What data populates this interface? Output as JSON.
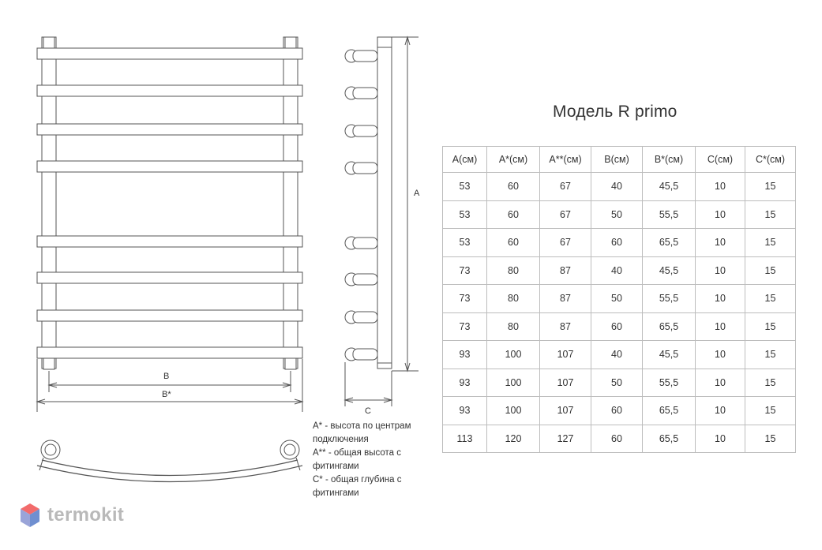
{
  "title": "Модель R primo",
  "table": {
    "headers": [
      "A(см)",
      "A*(см)",
      "A**(см)",
      "B(см)",
      "B*(см)",
      "C(см)",
      "C*(см)"
    ],
    "rows": [
      [
        "53",
        "60",
        "67",
        "40",
        "45,5",
        "10",
        "15"
      ],
      [
        "53",
        "60",
        "67",
        "50",
        "55,5",
        "10",
        "15"
      ],
      [
        "53",
        "60",
        "67",
        "60",
        "65,5",
        "10",
        "15"
      ],
      [
        "73",
        "80",
        "87",
        "40",
        "45,5",
        "10",
        "15"
      ],
      [
        "73",
        "80",
        "87",
        "50",
        "55,5",
        "10",
        "15"
      ],
      [
        "73",
        "80",
        "87",
        "60",
        "65,5",
        "10",
        "15"
      ],
      [
        "93",
        "100",
        "107",
        "40",
        "45,5",
        "10",
        "15"
      ],
      [
        "93",
        "100",
        "107",
        "50",
        "55,5",
        "10",
        "15"
      ],
      [
        "93",
        "100",
        "107",
        "60",
        "65,5",
        "10",
        "15"
      ],
      [
        "113",
        "120",
        "127",
        "60",
        "65,5",
        "10",
        "15"
      ]
    ]
  },
  "drawing": {
    "label_b": "B",
    "label_b_star": "B*",
    "label_a": "A",
    "label_c": "C"
  },
  "notes": [
    "A* - высота по центрам\nподключения",
    "A** - общая высота с\nфитингами",
    "C* - общая глубина с\nфитингами"
  ],
  "logo": {
    "text": "termokit",
    "colors": {
      "top": "#f26b6b",
      "left": "#9aa4d8",
      "right": "#6f8fd0"
    }
  },
  "colors": {
    "line": "#555555",
    "grid": "#bdbdbd"
  }
}
